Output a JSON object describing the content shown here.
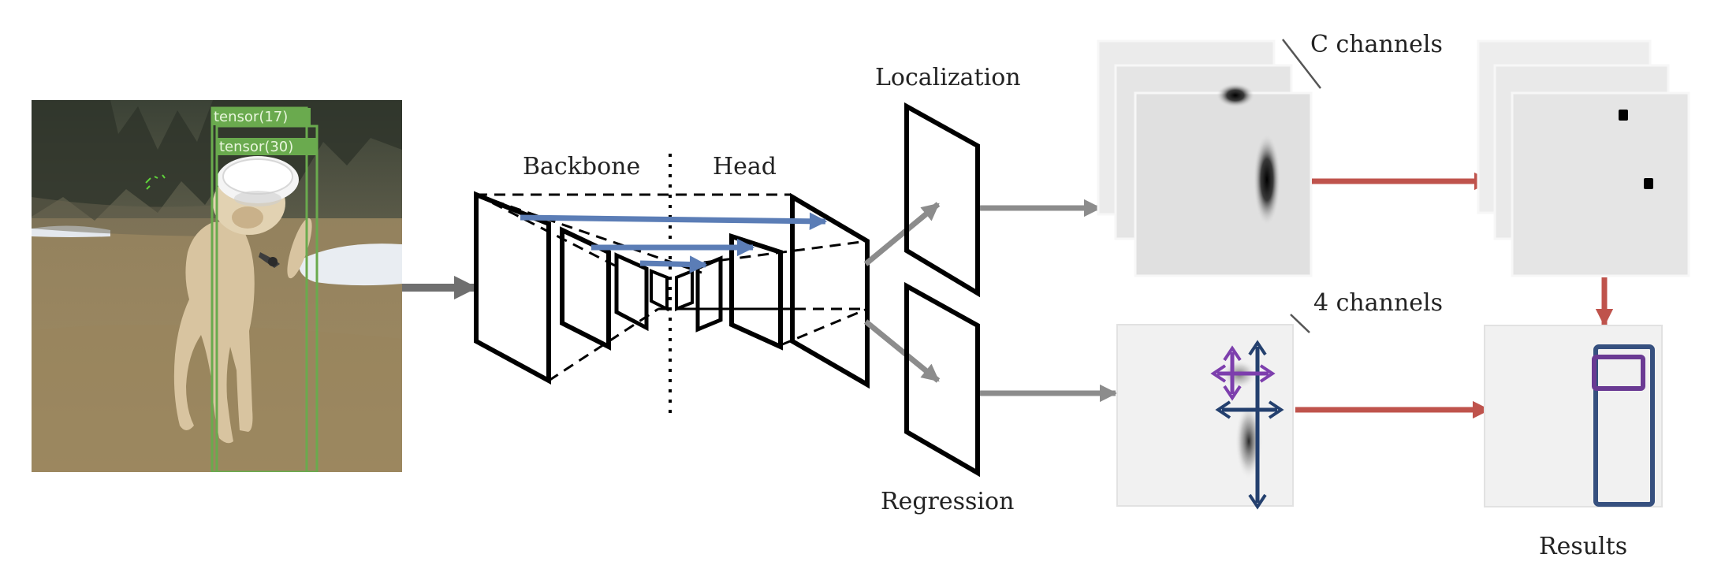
{
  "labels": {
    "backbone": "Backbone",
    "head": "Head",
    "localization": "Localization",
    "regression": "Regression",
    "c_channels": "C channels",
    "four_channels": "4 channels",
    "results": "Results"
  },
  "detections": [
    {
      "label": "tensor(17)"
    },
    {
      "label": "tensor(30)"
    }
  ],
  "colors": {
    "skip_arrow": "#5b7db6",
    "flow_arrow": "#8c8c8c",
    "output_arrow": "#bf534c",
    "box_green": "#6aaa4e",
    "box_navy": "#36507f",
    "box_purple": "#6a3a93",
    "arrow_navy": "#24406e",
    "arrow_purple": "#7d3fad"
  }
}
